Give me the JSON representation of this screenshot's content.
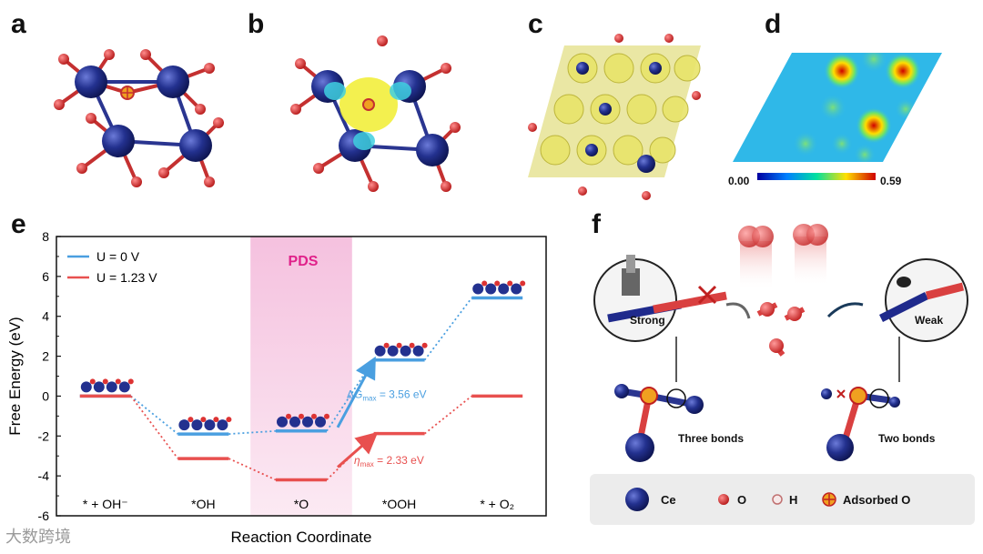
{
  "panels": {
    "a": "a",
    "b": "b",
    "c": "c",
    "d": "d",
    "e": "e",
    "f": "f"
  },
  "colorbar": {
    "min": "0.00",
    "max": "0.59"
  },
  "chart_data": {
    "type": "line",
    "xlabel": "Reaction Coordinate",
    "ylabel": "Free Energy (eV)",
    "ylim": [
      -6,
      8
    ],
    "yticks": [
      -6,
      -4,
      -2,
      0,
      2,
      4,
      6,
      8
    ],
    "categories": [
      "* + OH⁻",
      "*OH",
      "*O",
      "*OOH",
      "* + O₂"
    ],
    "series": [
      {
        "name": "U = 0 V",
        "color": "#4a9fe0",
        "values": [
          0.0,
          -1.9,
          -1.75,
          1.81,
          4.92
        ]
      },
      {
        "name": "U = 1.23 V",
        "color": "#e8504f",
        "values": [
          0.0,
          -3.13,
          -4.2,
          -1.88,
          0.0
        ]
      }
    ],
    "highlight_label": "PDS",
    "annotations": [
      {
        "text": "ΔG",
        "sub": "max",
        "tail": "= 3.56 eV",
        "color": "#4a9fe0"
      },
      {
        "text": "η",
        "sub": "max",
        "tail": "= 2.33 eV",
        "color": "#e8504f"
      }
    ]
  },
  "panel_f": {
    "strong_label": "Strong",
    "weak_label": "Weak",
    "three_bonds": "Three bonds",
    "two_bonds": "Two bonds",
    "legend": [
      {
        "icon": "ce-atom-icon",
        "label": "Ce",
        "color": "#1f2a8c"
      },
      {
        "icon": "o-atom-icon",
        "label": "O",
        "color": "#d93a3a"
      },
      {
        "icon": "h-atom-icon",
        "label": "H",
        "color": "#f2d6d6"
      },
      {
        "icon": "adsorbed-o-icon",
        "label": "Adsorbed O",
        "color": "#f0a020"
      }
    ]
  },
  "watermark": "大数跨境"
}
